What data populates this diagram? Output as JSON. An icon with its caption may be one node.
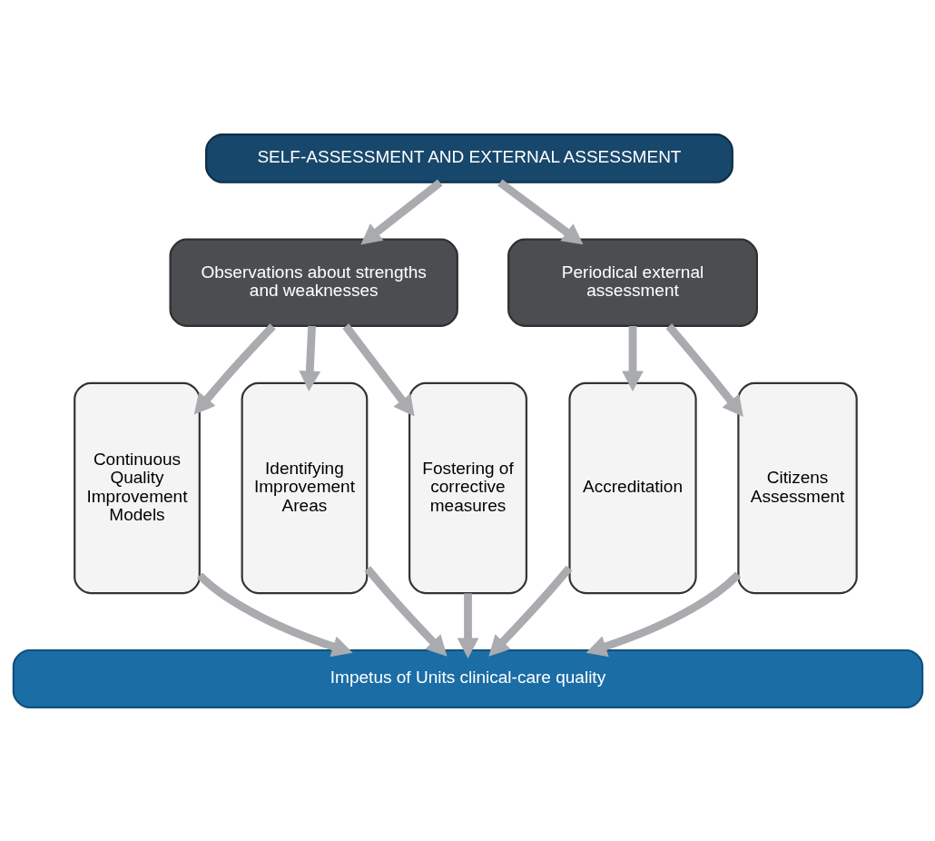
{
  "diagram": {
    "nodes": [
      {
        "text": [
          "SELF-ASSESSMENT AND EXTERNAL ASSESSMENT"
        ]
      },
      {
        "text": [
          "Observations about strengths and weaknesses"
        ]
      },
      {
        "text": [
          "Periodical external assessment"
        ]
      },
      {
        "text": [
          "Continuous Quality Improvement Models"
        ]
      },
      {
        "text": [
          "Identifying Improvement Areas"
        ]
      },
      {
        "text": [
          "Fostering of corrective measures"
        ]
      },
      {
        "text": [
          "Accreditation"
        ]
      },
      {
        "text": [
          "Citizens Assessment"
        ]
      },
      {
        "text": [
          "Impetus of Units clinical-care quality"
        ]
      }
    ],
    "edges": [
      {
        "from": 0,
        "to": 1,
        "arrow": "to"
      },
      {
        "from": 0,
        "to": 2,
        "arrow": "to"
      },
      {
        "from": 1,
        "to": 3,
        "arrow": "to"
      },
      {
        "from": 1,
        "to": 4,
        "arrow": "to"
      },
      {
        "from": 1,
        "to": 5,
        "arrow": "to"
      },
      {
        "from": 2,
        "to": 6,
        "arrow": "to"
      },
      {
        "from": 2,
        "to": 7,
        "arrow": "to"
      },
      {
        "from": 3,
        "to": 8,
        "arrow": "to"
      },
      {
        "from": 4,
        "to": 8,
        "arrow": "to"
      },
      {
        "from": 5,
        "to": 8,
        "arrow": "to"
      },
      {
        "from": 6,
        "to": 8,
        "arrow": "to"
      },
      {
        "from": 7,
        "to": 8,
        "arrow": "to"
      }
    ]
  }
}
